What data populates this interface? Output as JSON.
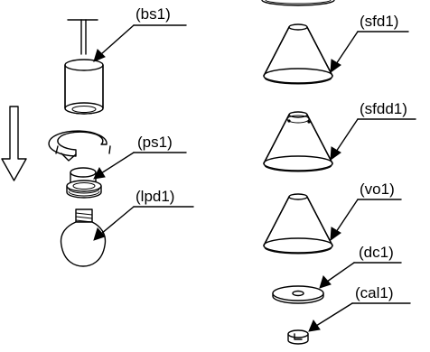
{
  "labels": {
    "bs1": "(bs1)",
    "ps1": "(ps1)",
    "lpd1": "(lpd1)",
    "sfd1": "(sfd1)",
    "sfdd1": "(sfdd1)",
    "vo1": "(vo1)",
    "dc1": "(dc1)",
    "cal1": "(cal1)"
  },
  "colors": {
    "ink": "#000000",
    "paper": "#ffffff"
  }
}
